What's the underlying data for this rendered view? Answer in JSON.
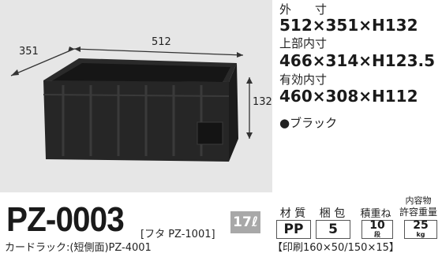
{
  "product": {
    "model": "PZ-0003",
    "lid": "[フタ PZ-1001]",
    "capacity": "17ℓ",
    "rack": "カードラック:(短側面)PZ-4001",
    "color": "●ブラック"
  },
  "photo_dims": {
    "depth": "351",
    "width": "512",
    "height": "132"
  },
  "specs": {
    "outer_label": "外　　寸",
    "outer_value": "512×351×H132",
    "inner_top_label": "上部内寸",
    "inner_top_value": "466×314×H123.5",
    "effective_label": "有効内寸",
    "effective_value": "460×308×H112"
  },
  "table": {
    "headers": [
      "材 質",
      "梱 包",
      "積重ね",
      "内容物",
      "許容重量"
    ],
    "material": "PP",
    "packing": "5",
    "stack_num": "10",
    "stack_unit": "段",
    "load_num": "25",
    "load_unit": "kg"
  },
  "print": "【印刷160×50/150×15】"
}
